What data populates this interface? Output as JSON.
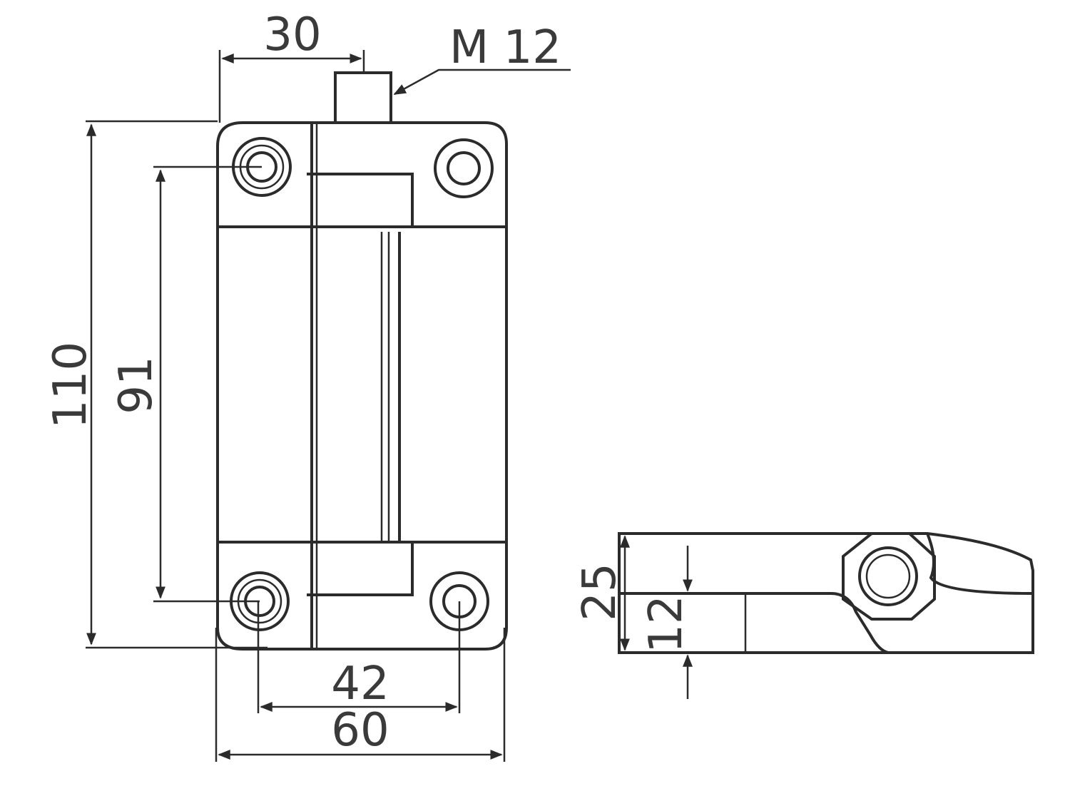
{
  "drawing": {
    "dimensions": {
      "top_width": "30",
      "thread": "M 12",
      "total_height": "110",
      "hole_spacing_vertical": "91",
      "hole_spacing_horizontal": "42",
      "total_width": "60",
      "side_height": "25",
      "side_inner_height": "12"
    }
  }
}
